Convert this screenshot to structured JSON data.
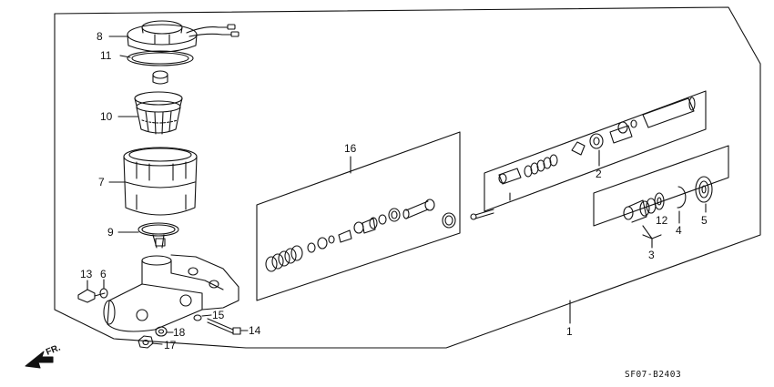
{
  "diagram": {
    "callouts": {
      "c1": "1",
      "c2": "2",
      "c3": "3",
      "c4": "4",
      "c5": "5",
      "c6": "6",
      "c7": "7",
      "c8": "8",
      "c9": "9",
      "c10": "10",
      "c11": "11",
      "c12": "12",
      "c13": "13",
      "c14": "14",
      "c15": "15",
      "c16": "16",
      "c17": "17",
      "c18": "18"
    },
    "direction_label": "FR.",
    "drawing_code": "SF07-B2403",
    "line_color": "#111111"
  }
}
